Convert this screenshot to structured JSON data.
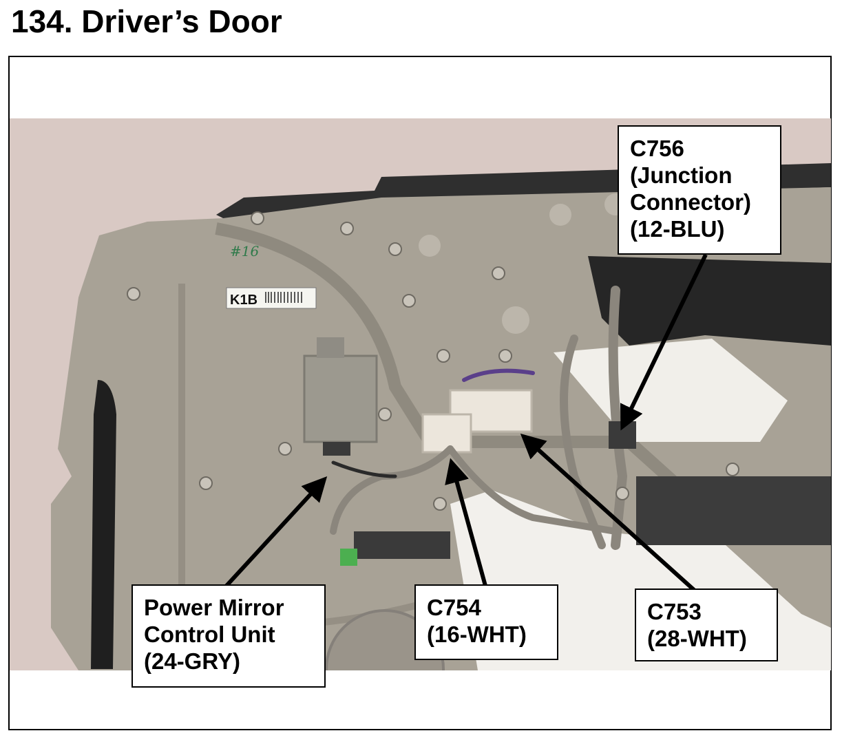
{
  "page": {
    "title": "134.  Driver’s Door"
  },
  "photo": {
    "description_icon": "door-panel-photo",
    "label_tag": "K1B",
    "handwritten_mark": "#16"
  },
  "callouts": {
    "c756": {
      "lines": [
        "C756",
        "(Junction",
        "Connector)",
        "(12-BLU)"
      ]
    },
    "mirror": {
      "lines": [
        "Power Mirror",
        "Control Unit",
        "(24-GRY)"
      ]
    },
    "c754": {
      "lines": [
        "C754",
        "(16-WHT)"
      ]
    },
    "c753": {
      "lines": [
        "C753",
        "(28-WHT)"
      ]
    }
  },
  "colors": {
    "wall": "#d9c9c4",
    "panel": "#a8a296",
    "panel_dark": "#8f8a7f",
    "seal": "#2a2a2a",
    "foam": "#f2f0ec",
    "connector_white": "#ece6dc",
    "arrow": "#000000"
  }
}
